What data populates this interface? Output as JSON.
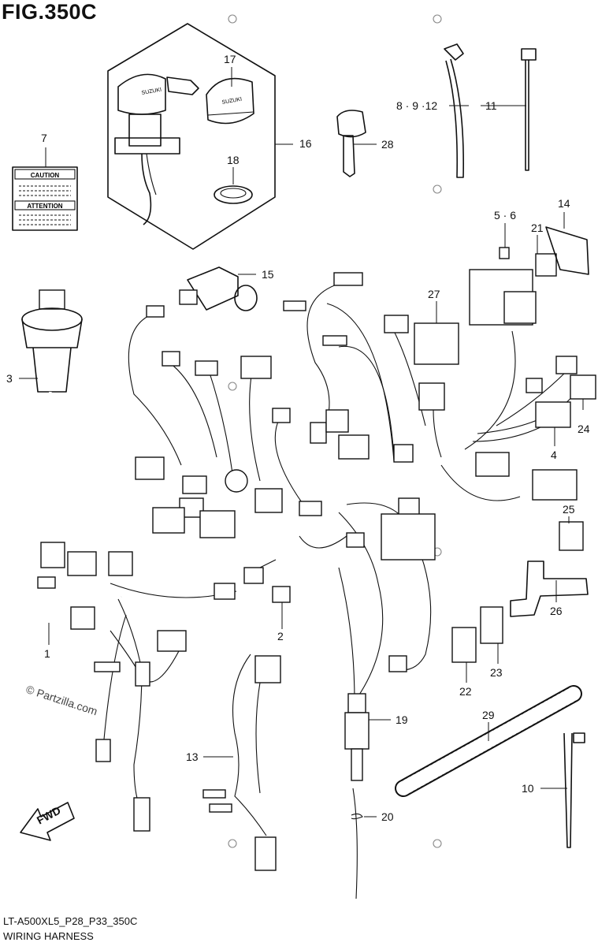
{
  "title": "FIG.350C",
  "footer": {
    "code": "LT-A500XL5_P28_P33_350C",
    "name": "WIRING HARNESS"
  },
  "watermark": "© Partzilla.com",
  "caution_label": {
    "caution": "CAUTION",
    "attention": "ATTENTION"
  },
  "fwd_label": "FWD",
  "key_brand": "SUZUKI",
  "callouts": {
    "c1": "1",
    "c2": "2",
    "c3": "3",
    "c4": "4",
    "c5_6": "5 · 6",
    "c7": "7",
    "c8_9_12": "8 · 9 ·12",
    "c10": "10",
    "c11": "11",
    "c13": "13",
    "c14": "14",
    "c15": "15",
    "c16": "16",
    "c17": "17",
    "c18": "18",
    "c19": "19",
    "c20": "20",
    "c21": "21",
    "c22": "22",
    "c23": "23",
    "c24": "24",
    "c25": "25",
    "c26": "26",
    "c27": "27",
    "c28": "28",
    "c29": "29"
  }
}
